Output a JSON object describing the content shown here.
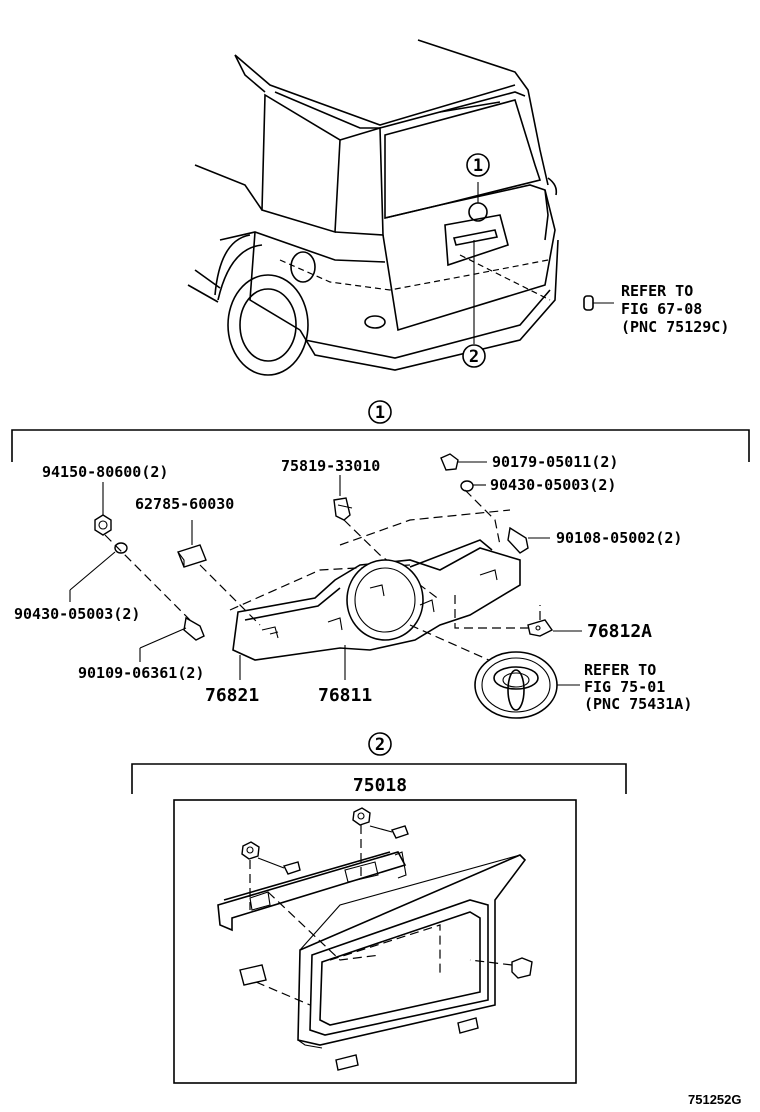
{
  "callouts": {
    "one": "1",
    "two": "2"
  },
  "car_view": {
    "refer1_line1": "REFER TO",
    "refer1_line2": "FIG 67-08",
    "refer1_line3": "(PNC 75129C)"
  },
  "section1": {
    "parts": {
      "p94150": "94150-80600(2)",
      "p62785": "62785-60030",
      "p75819": "75819-33010",
      "p90179": "90179-05011(2)",
      "p90430b": "90430-05003(2)",
      "p90108": "90108-05002(2)",
      "p90430a": "90430-05003(2)",
      "p90109": "90109-06361(2)",
      "p76821": "76821",
      "p76811": "76811",
      "p76812A": "76812A"
    },
    "refer2_line1": "REFER TO",
    "refer2_line2": "FIG 75-01",
    "refer2_line3": "(PNC 75431A)"
  },
  "section2": {
    "assembly": "75018"
  },
  "figure_code": "751252G"
}
